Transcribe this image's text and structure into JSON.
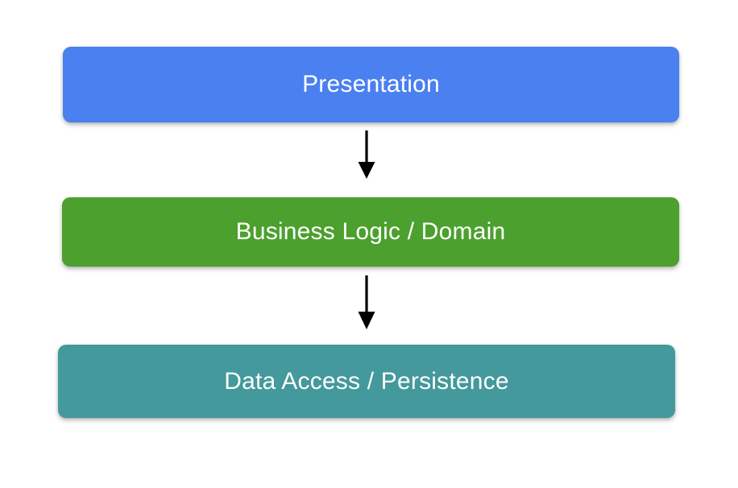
{
  "diagram": {
    "type": "layered-architecture",
    "title": "",
    "background_color": "#ffffff",
    "layers": [
      {
        "id": "presentation",
        "label": "Presentation",
        "color": "#4a80f0",
        "text_color": "#ffffff",
        "order": 1
      },
      {
        "id": "business-logic",
        "label": "Business Logic / Domain",
        "color": "#4ca02e",
        "text_color": "#ffffff",
        "order": 2
      },
      {
        "id": "data-access",
        "label": "Data Access / Persistence",
        "color": "#43999b",
        "text_color": "#ffffff",
        "order": 3
      }
    ],
    "connectors": [
      {
        "id": "presentation-to-business",
        "from": "presentation",
        "to": "business-logic",
        "style": "solid-arrow-down",
        "color": "#000000",
        "label": ""
      },
      {
        "id": "business-to-data",
        "from": "business-logic",
        "to": "data-access",
        "style": "solid-arrow-down",
        "color": "#000000",
        "label": ""
      }
    ]
  }
}
